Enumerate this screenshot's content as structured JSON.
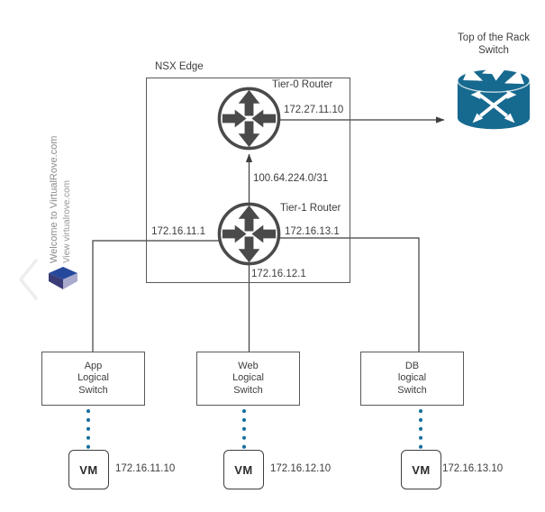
{
  "branding": {
    "line1": "Welcome to VirtualRove.com",
    "line2": "View virtualrove.com"
  },
  "diagram": {
    "nsx_edge_label": "NSX Edge",
    "tor_switch": {
      "label_line1": "Top of the Rack",
      "label_line2": "Switch"
    },
    "tier0_router": {
      "label": "Tier-0 Router",
      "uplink_ip": "172.27.11.10"
    },
    "tier1_router": {
      "label": "Tier-1 Router",
      "transit_network": "100.64.224.0/31",
      "left_ip": "172.16.11.1",
      "right_ip": "172.16.13.1",
      "bottom_ip": "172.16.12.1"
    },
    "logical_switches": [
      {
        "line1": "App",
        "line2": "Logical",
        "line3": "Switch",
        "vm_label": "VM",
        "vm_ip": "172.16.11.10"
      },
      {
        "line1": "Web",
        "line2": "Logical",
        "line3": "Switch",
        "vm_label": "VM",
        "vm_ip": "172.16.12.10"
      },
      {
        "line1": "DB",
        "line2": "logical",
        "line3": "Switch",
        "vm_label": "VM",
        "vm_ip": "172.16.13.10"
      }
    ],
    "colors": {
      "switch_teal": "#16698f",
      "dotted_link_blue": "#166f9d",
      "connector_gray": "#3d3d3d",
      "router_gray": "#4a4a4a",
      "box_border_gray": "#595959",
      "logo_top_blue": "#26489b",
      "logo_left_navy": "#3b3b78",
      "logo_right_lavender": "#a9aace"
    }
  }
}
